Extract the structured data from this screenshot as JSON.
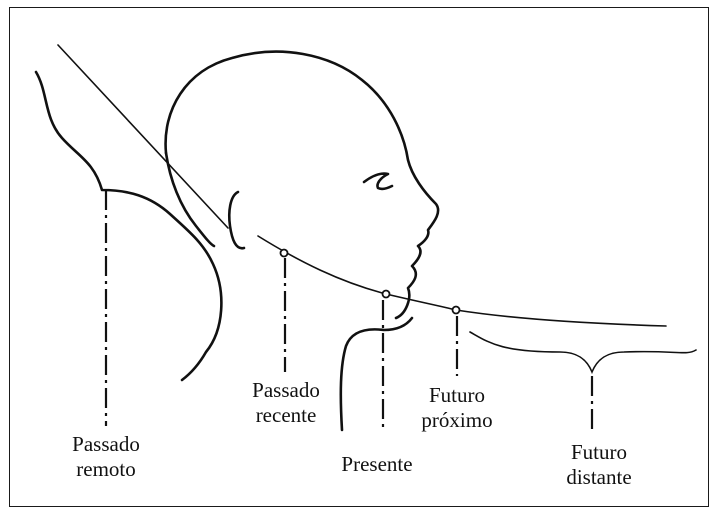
{
  "labels": {
    "passado_remoto": [
      "Passado",
      "remoto"
    ],
    "passado_recente": [
      "Passado",
      "recente"
    ],
    "presente": [
      "Presente"
    ],
    "futuro_proximo": [
      "Futuro",
      "próximo"
    ],
    "futuro_distante": [
      "Futuro",
      "distante"
    ]
  }
}
